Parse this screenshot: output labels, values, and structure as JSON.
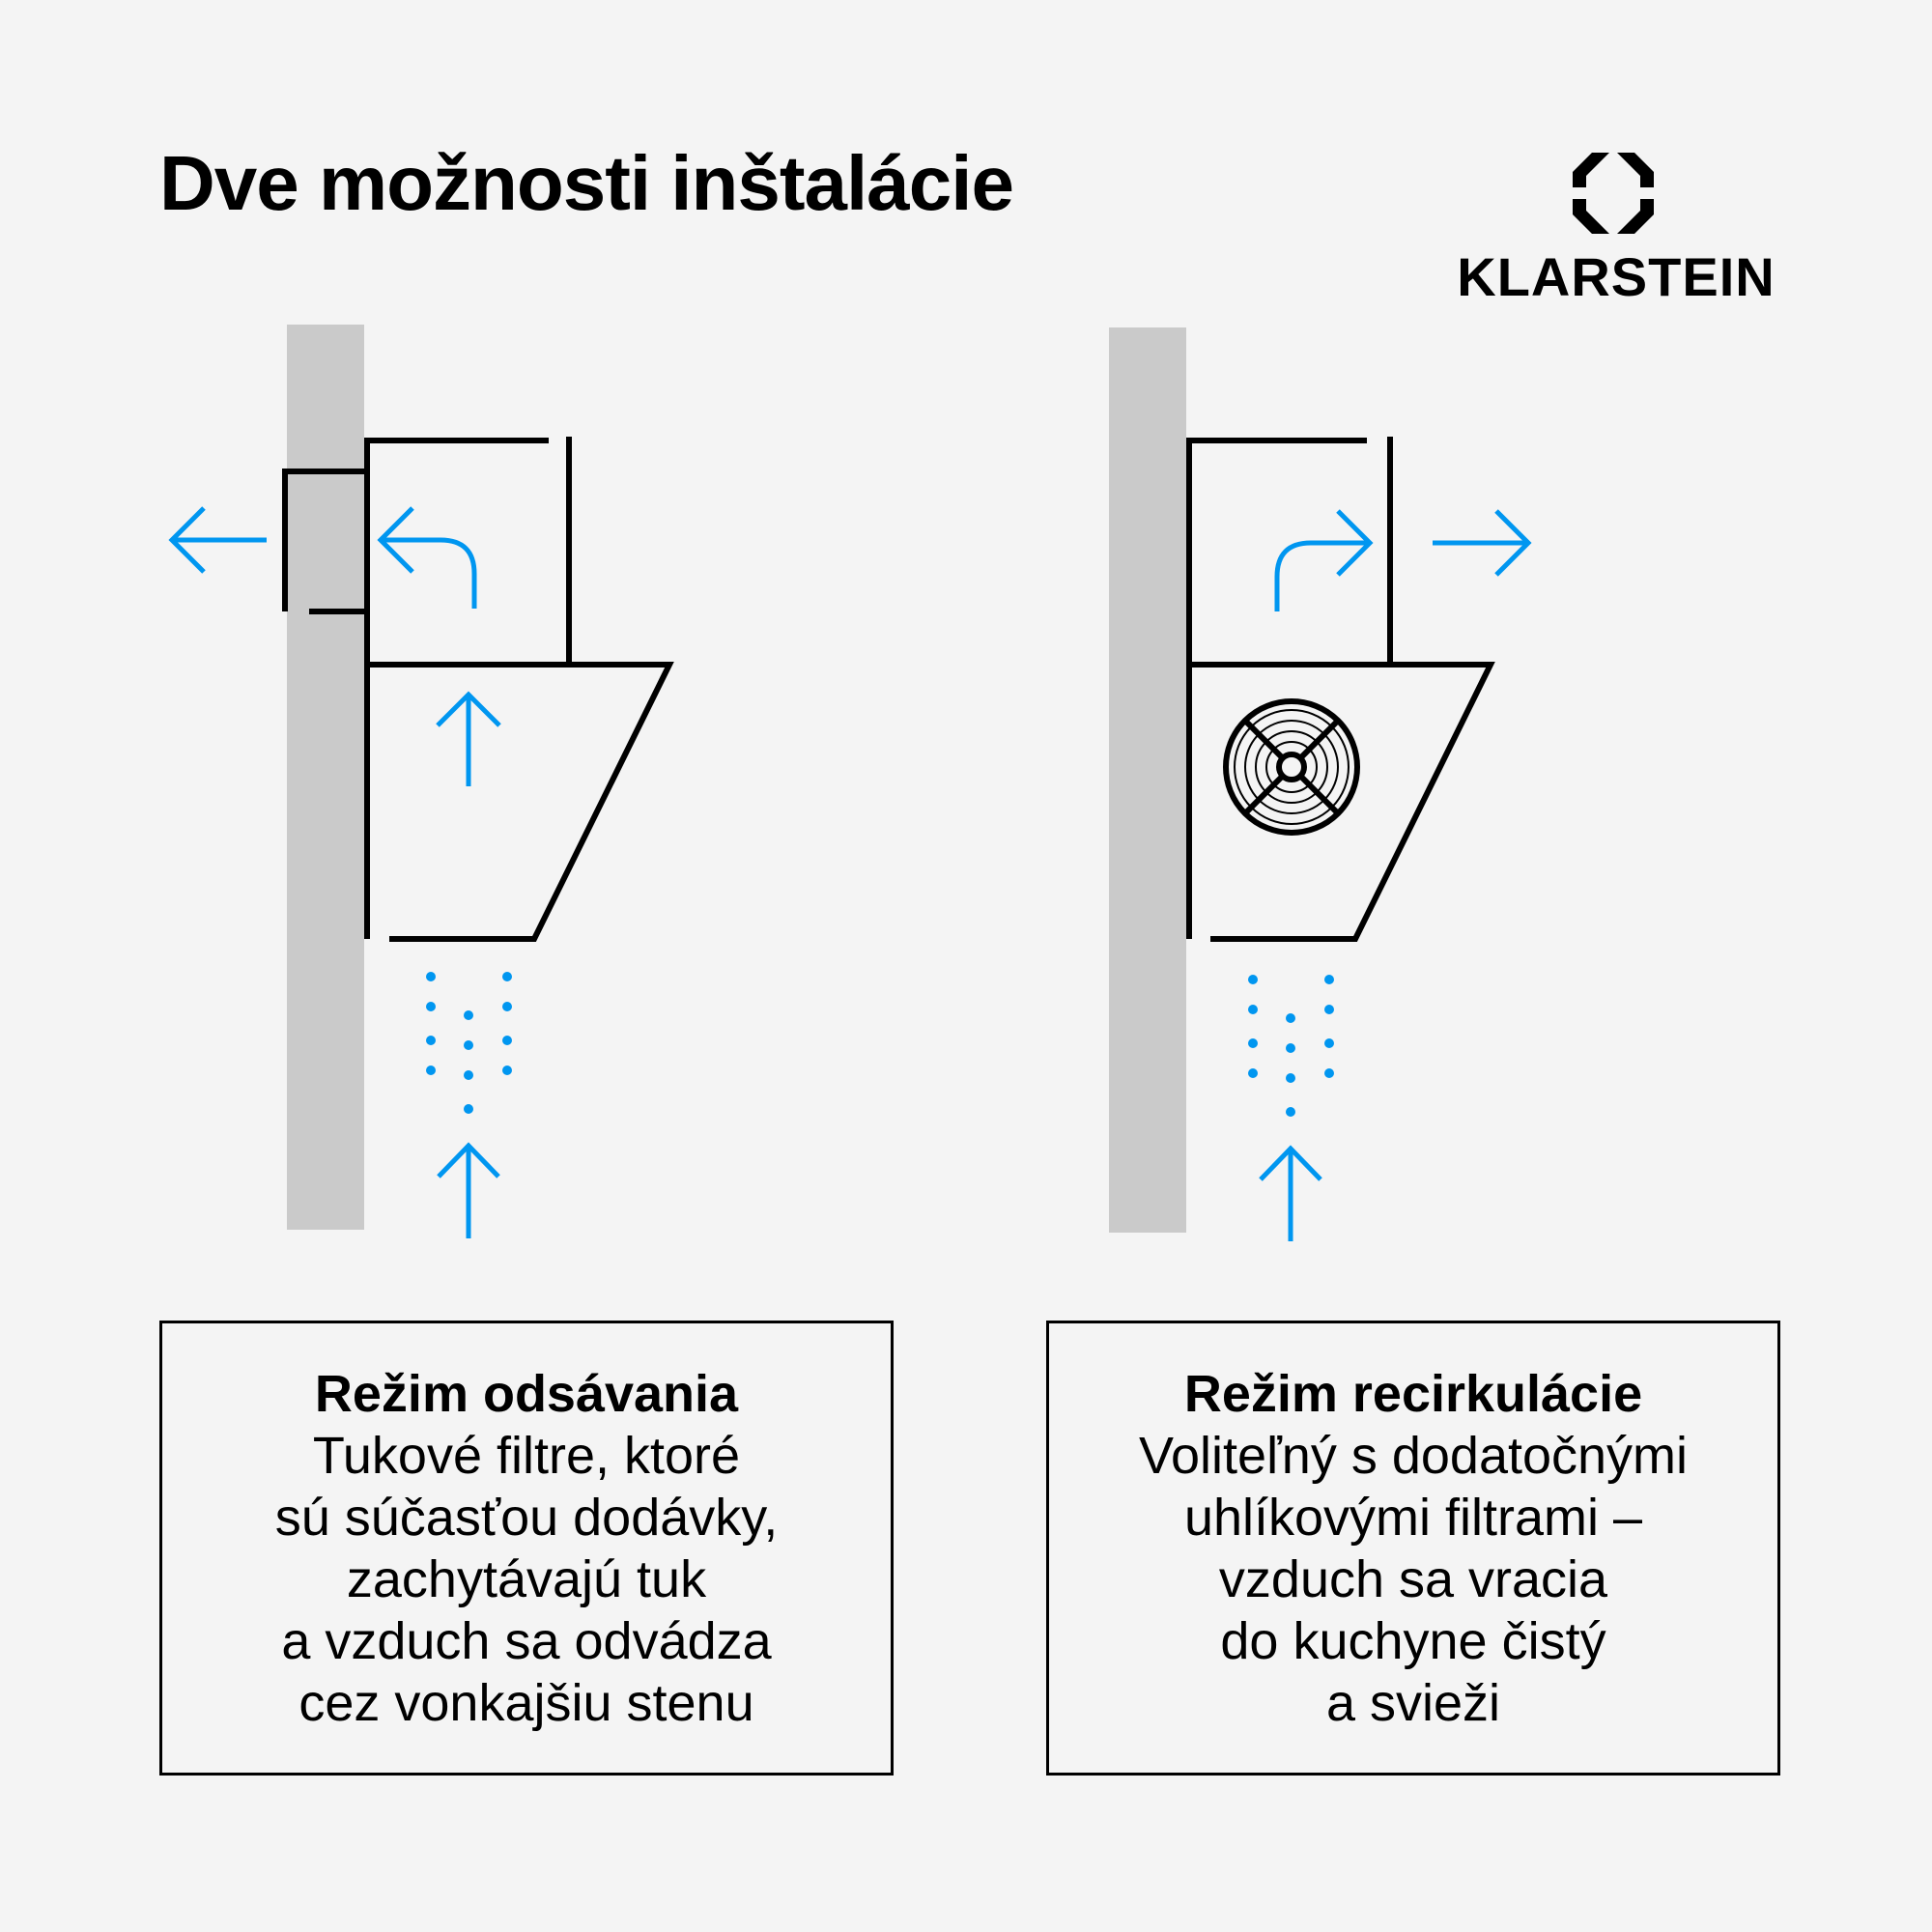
{
  "title": "Dve možnosti inštalácie",
  "brand": {
    "name": "KLARSTEIN",
    "icon": "klarstein-logo-icon"
  },
  "colors": {
    "background": "#f4f4f4",
    "wall": "#cacaca",
    "airflow": "#0096f0",
    "outline": "#000000"
  },
  "diagrams": [
    {
      "name": "exhaust-mode-diagram",
      "icons": [
        "wall",
        "external-duct",
        "chimney",
        "hood",
        "arrow-left-out",
        "curved-arrow-left",
        "arrow-up",
        "steam-dots"
      ]
    },
    {
      "name": "recirculation-mode-diagram",
      "icons": [
        "wall",
        "chimney",
        "hood",
        "fan-icon",
        "curved-arrow-right",
        "arrow-right-out",
        "arrow-up",
        "steam-dots"
      ]
    }
  ],
  "modes": [
    {
      "title": "Režim odsávania",
      "lines": [
        "Tukové filtre, ktoré",
        "sú súčasťou dodávky,",
        "zachytávajú tuk",
        "a vzduch sa odvádza",
        "cez vonkajšiu stenu"
      ]
    },
    {
      "title": "Režim recirkulácie",
      "lines": [
        "Voliteľný s dodatočnými",
        "uhlíkovými filtrami –",
        "vzduch sa vracia",
        "do kuchyne čistý",
        "a svieži"
      ]
    }
  ]
}
